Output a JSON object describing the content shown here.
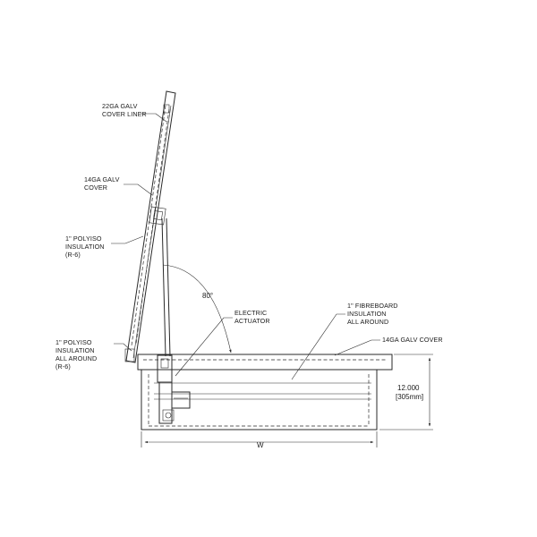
{
  "labels": {
    "cover_liner": [
      "22GA GALV",
      "COVER LINER"
    ],
    "cover": [
      "14GA GALV",
      "COVER"
    ],
    "polyiso_cover": [
      "1\" POLYISO",
      "INSULATION",
      "(R-6)"
    ],
    "polyiso_curb": [
      "1\" POLYISO",
      "INSULATION",
      "ALL AROUND",
      "(R-6)"
    ],
    "angle": "80°",
    "actuator": [
      "ELECTRIC",
      "ACTUATOR"
    ],
    "fibreboard": [
      "1\" FIBREBOARD",
      "INSULATION",
      "ALL AROUND"
    ],
    "galv_cover": "14GA GALV COVER",
    "height_dim": [
      "12.000",
      "[305mm]"
    ],
    "width_dim": "W"
  }
}
